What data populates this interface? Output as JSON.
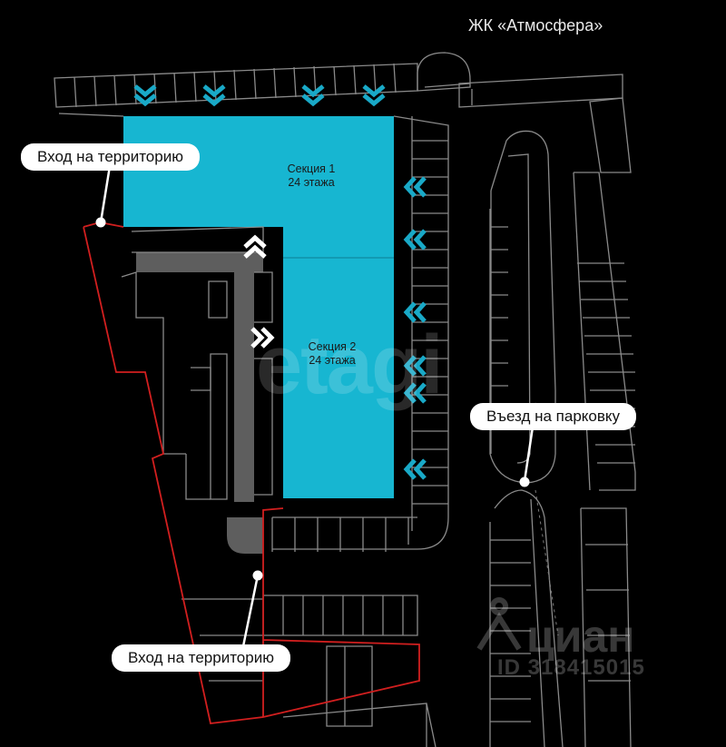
{
  "title": "ЖК «Атмосфера»",
  "sections": [
    {
      "name": "Секция 1",
      "floors": "24 этажа"
    },
    {
      "name": "Секция 2",
      "floors": "24 этажа"
    }
  ],
  "callouts": {
    "entrance_top": "Вход на территорию",
    "entrance_bottom": "Вход на территорию",
    "parking_entry": "Въезд на парковку"
  },
  "watermarks": {
    "etagi": "etagi",
    "cian": "циан",
    "listing_id": "ID 318415015"
  },
  "colors": {
    "background": "#000000",
    "building": "#17b6d1",
    "territory_border": "#d11f1f",
    "lines": "#8a8a8a",
    "arrows": "#19a9c7",
    "white_arrows": "#ffffff",
    "gray_path": "#6a6a6a"
  },
  "icons": [
    "chevron-down-icon",
    "chevron-left-icon",
    "chevron-up-icon",
    "chevron-right-icon"
  ]
}
